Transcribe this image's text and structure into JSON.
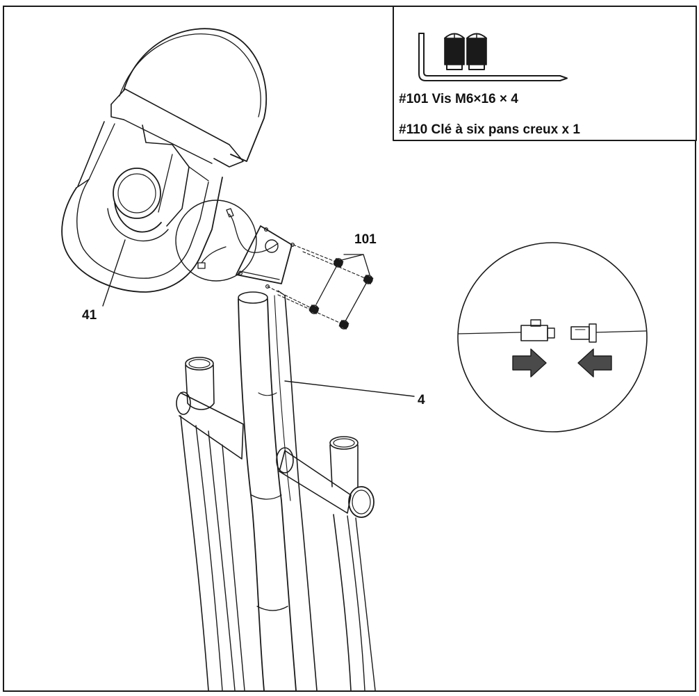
{
  "parts_box": {
    "line1": "#101 Vis M6×16   × 4",
    "line2": "#110 Clé à six pans creux x 1"
  },
  "callouts": {
    "screws": "101",
    "console": "41",
    "post": "4"
  },
  "icons": [
    "allen-key-icon",
    "screw-icon",
    "connector-plug-icon",
    "arrow-right-icon",
    "arrow-left-icon"
  ],
  "colors": {
    "ink": "#1a1a1a",
    "arrow_fill": "#4a4a4a",
    "background": "#ffffff"
  }
}
